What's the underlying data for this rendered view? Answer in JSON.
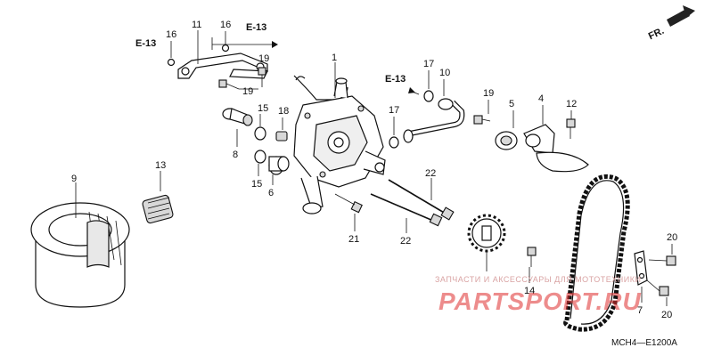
{
  "diagram": {
    "direction_marker": "FR.",
    "code": "MCH4—E1200A",
    "refs": {
      "e13_left": "E-13",
      "e13_top": "E-13",
      "e13_mid": "E-13"
    },
    "labels": {
      "p1": "1",
      "p4": "4",
      "p5": "5",
      "p6": "6",
      "p7": "7",
      "p8": "8",
      "p9": "9",
      "p10": "10",
      "p11": "11",
      "p12": "12",
      "p13": "13",
      "p14": "14",
      "p15a": "15",
      "p15b": "15",
      "p16a": "16",
      "p16b": "16",
      "p17a": "17",
      "p17b": "17",
      "p18": "18",
      "p19a": "19",
      "p19b": "19",
      "p19c": "19",
      "p20a": "20",
      "p20b": "20",
      "p21": "21",
      "p22a": "22",
      "p22b": "22"
    },
    "watermark": {
      "line1": "ЗАПЧАСТИ И АКСЕССУАРЫ ДЛЯ МОТОТЕХНИКИ",
      "line2": "PARTSPORT.RU"
    }
  }
}
